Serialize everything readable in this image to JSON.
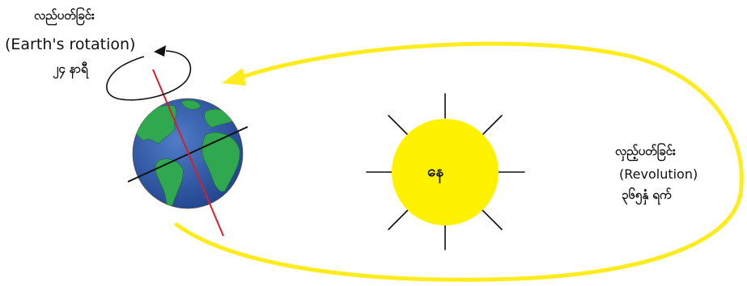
{
  "rotation": {
    "title": "လည်ပတ်ခြင်း",
    "english": "(Earth's rotation)",
    "period": "၂၄ နာရီ"
  },
  "sun": {
    "label": "နေ"
  },
  "revolution": {
    "title": "လှည့်ပတ်ခြင်း",
    "english": "(Revolution)",
    "period": "၃၆၅နှံ ရက်"
  },
  "colors": {
    "orbit": "#ffec1f",
    "sun": "#fff200",
    "ocean": "#2e5aa8",
    "land": "#2fa84f",
    "axis": "#d4202a",
    "equator": "#111111",
    "ray": "#111111"
  }
}
